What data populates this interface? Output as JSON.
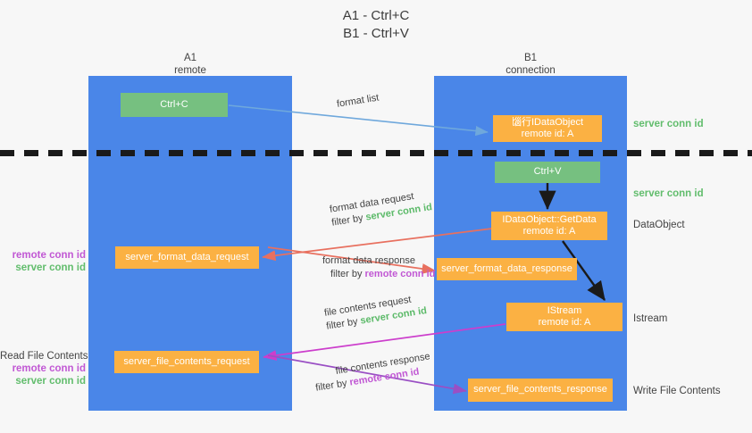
{
  "title": {
    "line1": "A1 - Ctrl+C",
    "line2": "B1 - Ctrl+V"
  },
  "lanes": [
    {
      "id": "a1",
      "title": "A1",
      "subtitle": "remote",
      "color": "#4a86e8"
    },
    {
      "id": "b1",
      "title": "B1",
      "subtitle": "connection",
      "color": "#4a86e8"
    }
  ],
  "colors": {
    "lane": "#4a86e8",
    "green_box": "#76c080",
    "orange_box": "#fbb143",
    "server_conn_id": "#62bd6d",
    "remote_conn_id": "#c158d4",
    "arrow_blue": "#6fa8dc",
    "arrow_red": "#e8705f",
    "arrow_magenta": "#cc3ecc",
    "arrow_purple": "#9a4fc4",
    "arrow_black": "#1a1a1a",
    "divider": "#1a1a1a"
  },
  "nodes": {
    "ctrl_c": {
      "label": "Ctrl+C",
      "style": "green"
    },
    "ctrl_v": {
      "label": "Ctrl+V",
      "style": "green"
    },
    "idataobject": {
      "line1": "匘行IDataObject",
      "line2": "remote id: A",
      "style": "orange"
    },
    "getdata": {
      "line1": "IDataObject::GetData",
      "line2": "remote id: A",
      "style": "orange"
    },
    "istream": {
      "line1": "IStream",
      "line2": "remote id: A",
      "style": "orange"
    },
    "format_data_request": {
      "label": "server_format_data_request",
      "style": "orange"
    },
    "format_data_response": {
      "label": "server_format_data_response",
      "style": "orange"
    },
    "file_contents_request": {
      "label": "server_file_contents_request",
      "style": "orange"
    },
    "file_contents_response": {
      "label": "server_file_contents_response",
      "style": "orange"
    }
  },
  "edge_labels": {
    "format_list": {
      "line1": "format list"
    },
    "format_data_request": {
      "line1": "format data request",
      "line2_prefix": "filter by ",
      "line2_key": "server conn id",
      "key_type": "server"
    },
    "format_data_response": {
      "line1": "format data response",
      "line2_prefix": "filter by ",
      "line2_key": "remote conn id",
      "key_type": "remote"
    },
    "file_contents_request": {
      "line1": "file contents request",
      "line2_prefix": "filter by ",
      "line2_key": "server conn id",
      "key_type": "server"
    },
    "file_contents_response": {
      "line1": "file contents response",
      "line2_prefix": "filter by ",
      "line2_key": "remote conn id",
      "key_type": "remote"
    }
  },
  "right_notes": {
    "server_conn_id_top": "server conn id",
    "server_conn_id_mid": "server conn id",
    "dataobject": "DataObject",
    "istream": "Istream",
    "write_file_contents": "Write File Contents"
  },
  "left_notes": {
    "format_group": {
      "remote": "remote conn id",
      "server": "server conn id"
    },
    "file_group": {
      "heading": "Read File Contents",
      "remote": "remote conn id",
      "server": "server conn id"
    }
  }
}
